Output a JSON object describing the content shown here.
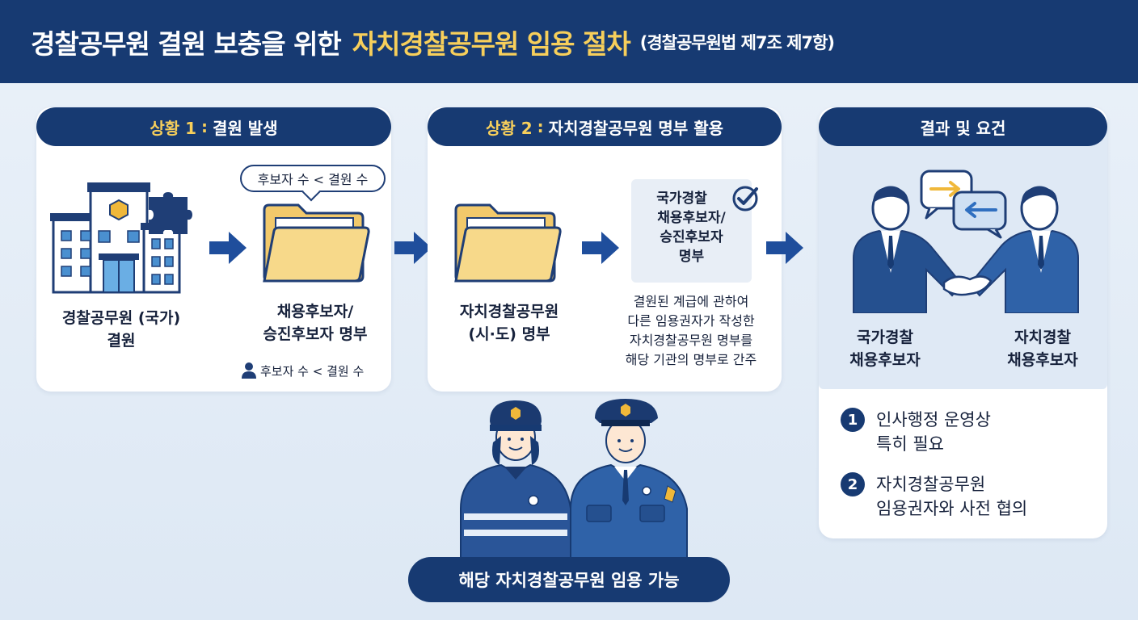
{
  "header": {
    "title_main": "경찰공무원 결원 보충을 위한",
    "title_highlight": "자치경찰공무원 임용 절차",
    "title_sub": "(경찰공무원법 제7조 제7항)"
  },
  "step1": {
    "label": "상황 1",
    "title": "결원 발생",
    "building_caption_line1": "경찰공무원 (국가)",
    "building_caption_line2": "결원",
    "bubble": "후보자 수 < 결원 수",
    "folder_caption_line1": "채용후보자/",
    "folder_caption_line2": "승진후보자 명부",
    "footer_note": "후보자 수 < 결원 수"
  },
  "step2": {
    "label": "상황 2",
    "title": "자치경찰공무원 명부 활용",
    "folder_caption_line1": "자치경찰공무원",
    "folder_caption_line2": "(시·도) 명부",
    "box_lines": [
      "국가경찰",
      "채용후보자/",
      "승진후보자",
      "명부"
    ],
    "note_lines": [
      "결원된 계급에 관하여",
      "다른 임용권자가 작성한",
      "자치경찰공무원 명부를",
      "해당 기관의 명부로 간주"
    ]
  },
  "step3": {
    "title": "결과 및 요건",
    "person_left_line1": "국가경찰",
    "person_left_line2": "채용후보자",
    "person_right_line1": "자치경찰",
    "person_right_line2": "채용후보자",
    "conditions": [
      {
        "num": "1",
        "line1": "인사행정 운영상",
        "line2": "특히 필요"
      },
      {
        "num": "2",
        "line1": "자치경찰공무원",
        "line2": "임용권자와 사전 협의"
      }
    ]
  },
  "bottom": {
    "text": "해당 자치경찰공무원 임용 가능"
  },
  "colors": {
    "navy": "#173a72",
    "gold": "#f7cf5b",
    "folder": "#f7d98a",
    "uniform": "#2a5598"
  },
  "icons": [
    "police-building-icon",
    "puzzle-piece-icon",
    "folder-icon",
    "checkmark-icon",
    "person-icon",
    "handshake-icon",
    "exchange-arrows-icon",
    "police-officer-icon"
  ]
}
